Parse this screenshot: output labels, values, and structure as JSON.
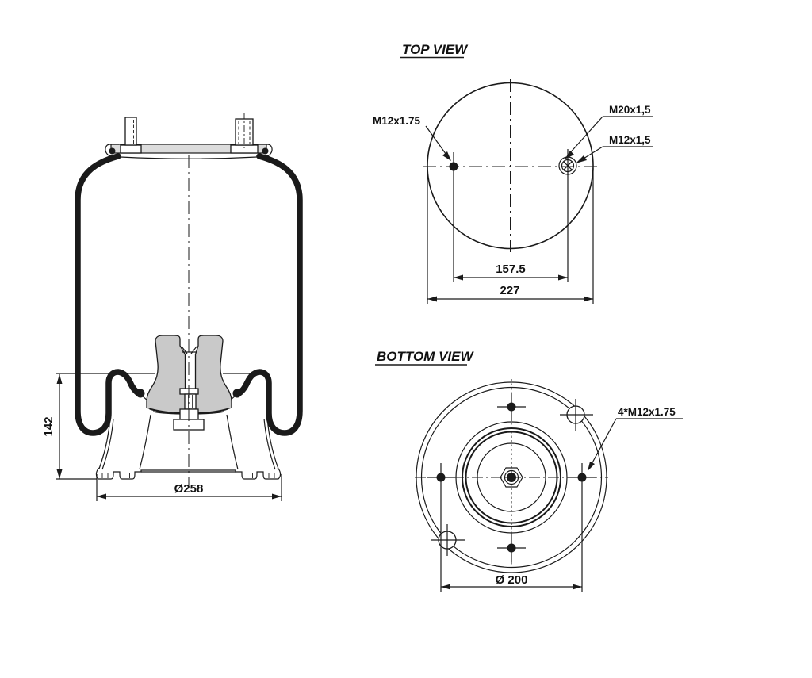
{
  "drawing": {
    "colors": {
      "line": "#1a1a1a",
      "background": "#ffffff",
      "fill_plate": "#dcdcdc",
      "fill_bumper": "#c9c9c9"
    },
    "side_view": {
      "dim_height": "142",
      "dim_base_diameter": "Ø258"
    },
    "top_view": {
      "title": "TOP VIEW",
      "label_stud": "M12x1.75",
      "label_air_fitting": "M20x1,5",
      "label_fitting_thread": "M12x1,5",
      "dim_stud_spacing": "157.5",
      "dim_overall": "227"
    },
    "bottom_view": {
      "title": "BOTTOM VIEW",
      "label_bolts": "4*M12x1.75",
      "dim_bolt_circle": "Ø 200"
    }
  }
}
